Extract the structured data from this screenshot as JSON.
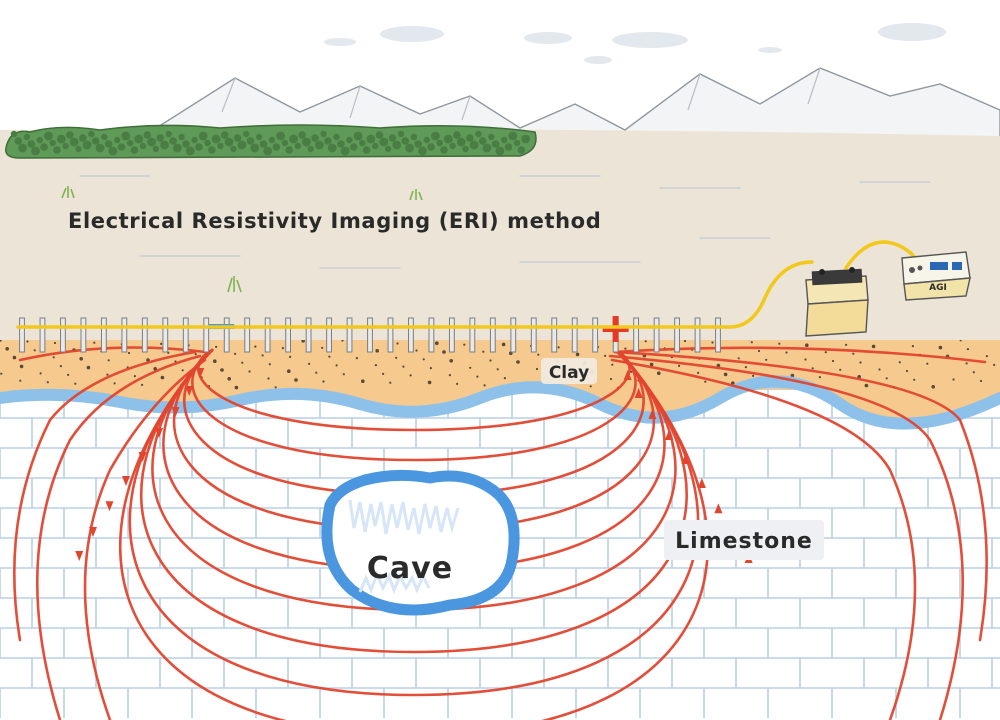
{
  "title": "Electrical Resistivity Imaging (ERI) method",
  "labels": {
    "clay": "Clay",
    "cave": "Cave",
    "limestone": "Limestone",
    "instrument_brand": "AGI"
  },
  "electrodes": {
    "count": 35,
    "negative_electrode_index": 9,
    "positive_electrode_index": 29
  },
  "colors": {
    "sky": "#ffffff",
    "plain": "#ece4d6",
    "mountain": "#f3f4f6",
    "forest": "#4e8a4a",
    "clay": "#f6c98e",
    "groundwater": "#8ec1ea",
    "limestone_bg": "#ffffff",
    "brick_lines": "#b9cfe6",
    "cave_rim": "#4a97e0",
    "current_lines": "#e2452e",
    "cable": "#f2c81b",
    "positive_marker": "#e53a26",
    "negative_marker": "#4a97e0"
  },
  "icons": {
    "battery": "battery-icon",
    "instrument": "resistivity-meter-icon"
  }
}
